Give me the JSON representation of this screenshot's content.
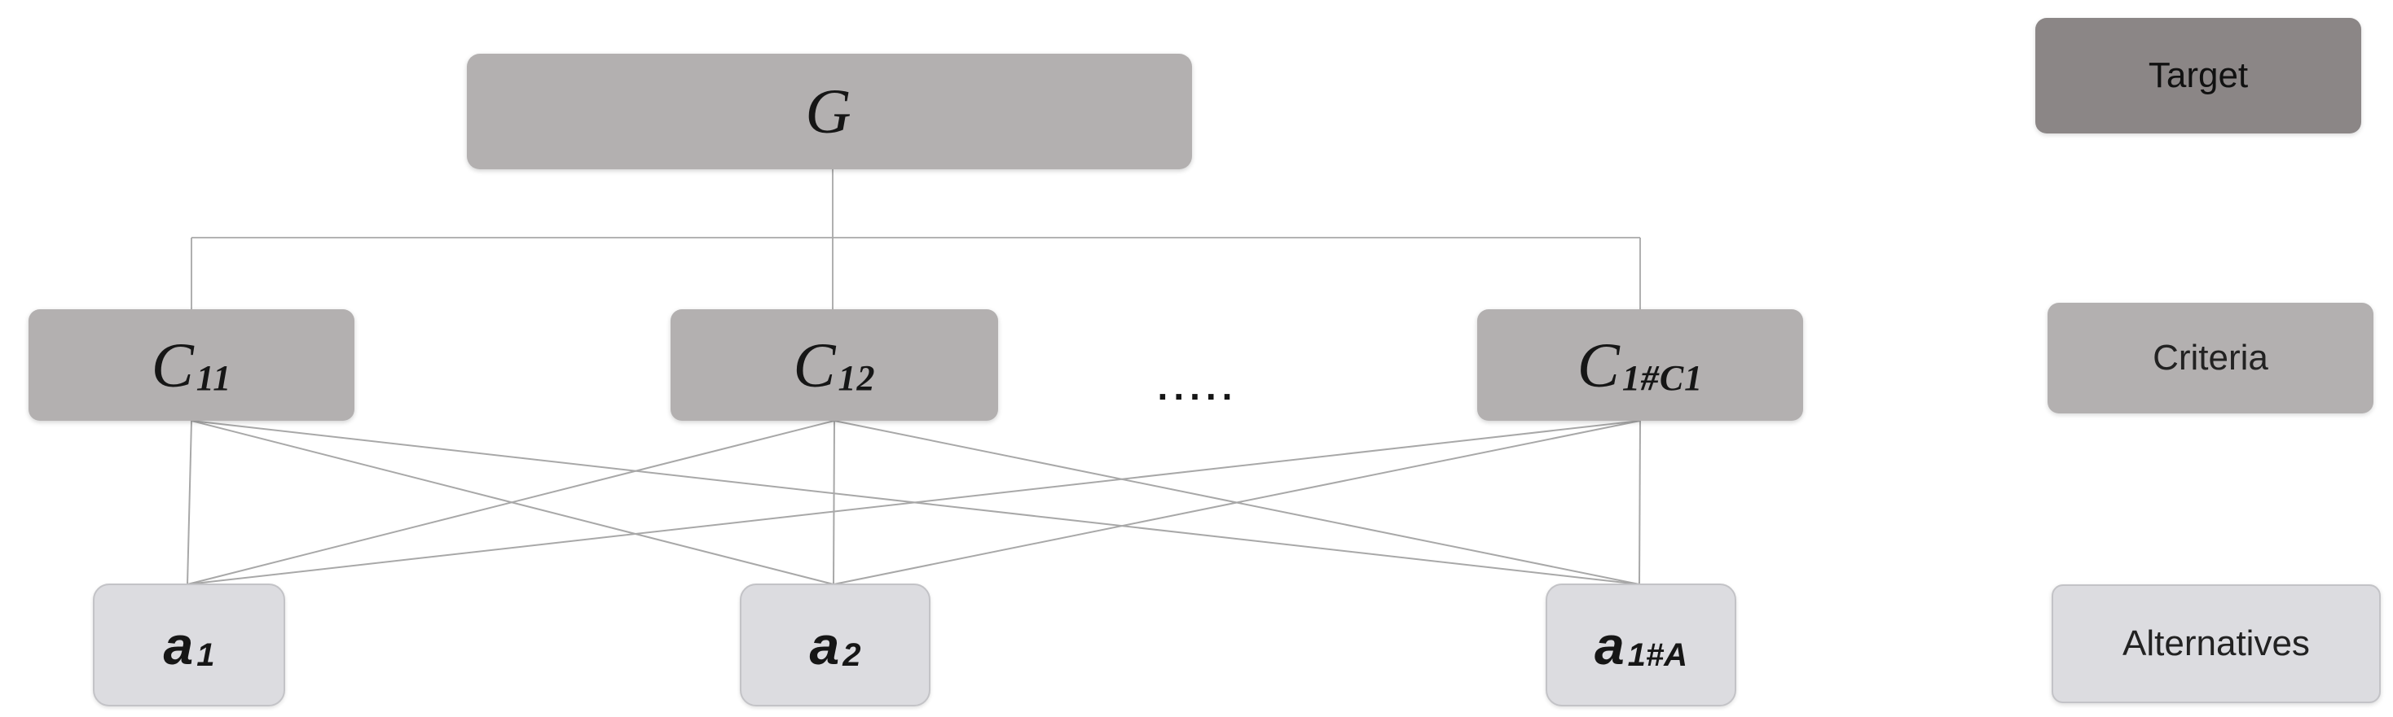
{
  "diagram": {
    "target_node": {
      "main": "G",
      "sub": ""
    },
    "criteria_nodes": [
      {
        "main": "C",
        "sub": "11"
      },
      {
        "main": "C",
        "sub": "12"
      },
      {
        "main": "C",
        "sub": "1#C1"
      }
    ],
    "ellipsis": ".....",
    "alternative_nodes": [
      {
        "main": "a",
        "sub": "1"
      },
      {
        "main": "a",
        "sub": "2"
      },
      {
        "main": "a",
        "sub": "1#A"
      }
    ]
  },
  "legend": {
    "target_label": "Target",
    "criteria_label": "Criteria",
    "alternatives_label": "Alternatives"
  },
  "colors": {
    "target_fill": "#8b8686",
    "criteria_fill": "#b3b0b0",
    "alternatives_fill": "#dcdce0",
    "alternatives_border": "#c3c3c7",
    "line_color": "#a8a8a8",
    "text_color": "#161616"
  }
}
